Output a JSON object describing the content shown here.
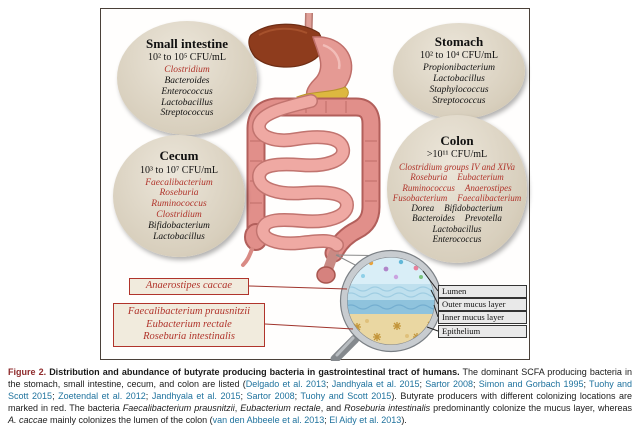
{
  "colors": {
    "highlight_red": "#b0342b",
    "citation_blue": "#20739e",
    "figure_label_red": "#8e2a2b",
    "bubble_fill": "#d8cfbd",
    "box_border": "#4a4038"
  },
  "icons": {
    "magnifier": "magnifying-glass"
  },
  "figure": {
    "regions": [
      {
        "name": "small_intestine",
        "title": "Small intestine",
        "cfu": "10² to 10⁵ CFU/mL",
        "bacteria": [
          "Clostridium",
          "Bacteroides",
          "Enterococcus",
          "Lactobacillus",
          "Streptococcus"
        ]
      },
      {
        "name": "stomach",
        "title": "Stomach",
        "cfu": "10² to 10⁴ CFU/mL",
        "bacteria": [
          "Propionibacterium",
          "Lactobacillus",
          "Staphylococcus",
          "Streptococcus"
        ]
      },
      {
        "name": "cecum",
        "title": "Cecum",
        "cfu": "10³ to 10⁷ CFU/mL",
        "bacteria": [
          "Faecalibacterium",
          "Roseburia",
          "Ruminococcus",
          "Clostridium",
          "Bifidobacterium",
          "Lactobacillus"
        ]
      },
      {
        "name": "colon",
        "title": "Colon",
        "cfu": ">10¹¹ CFU/mL",
        "lines": [
          {
            "a": "Clostridium groups IV and XIVa"
          },
          {
            "a": "Roseburia",
            "b": "Eubacterium"
          },
          {
            "a": "Ruminococcus",
            "b": "Anaerostipes"
          },
          {
            "a": "Fusobacterium",
            "b": "Faecalibacterium"
          },
          {
            "a": "Dorea",
            "b": "Bifidobacterium"
          },
          {
            "a": "Bacteroides",
            "b": "Prevotella"
          },
          {
            "a": "Lactobacillus"
          },
          {
            "a": "Enterococcus"
          }
        ]
      }
    ],
    "mucus_labels": [
      "Lumen",
      "Outer mucus layer",
      "Inner mucus layer",
      "Epithelium"
    ],
    "red_boxes": [
      {
        "lines": [
          "Anaerostipes caccae"
        ]
      },
      {
        "lines": [
          "Faecalibacterium prausnitzii",
          "Eubacterium rectale",
          "Roseburia intestinalis"
        ]
      }
    ]
  },
  "caption": {
    "label": "Figure 2.",
    "segments": [
      {
        "text": "Distribution and abundance of butyrate producing bacteria in gastrointestinal tract of humans.",
        "style": "bold"
      },
      {
        "text": " The dominant SCFA producing bacteria in the stomach, small intestine, cecum, and colon are listed (",
        "style": "normal"
      },
      {
        "text": "Delgado et al. 2013",
        "style": "cite"
      },
      {
        "text": "; ",
        "style": "normal"
      },
      {
        "text": "Jandhyala et al. 2015",
        "style": "cite"
      },
      {
        "text": "; ",
        "style": "normal"
      },
      {
        "text": "Sartor 2008",
        "style": "cite"
      },
      {
        "text": "; ",
        "style": "normal"
      },
      {
        "text": "Simon and Gorbach 1995",
        "style": "cite"
      },
      {
        "text": "; ",
        "style": "normal"
      },
      {
        "text": "Tuohy and Scott 2015",
        "style": "cite"
      },
      {
        "text": "; ",
        "style": "normal"
      },
      {
        "text": "Zoetendal et al. 2012",
        "style": "cite"
      },
      {
        "text": "; ",
        "style": "normal"
      },
      {
        "text": "Jandhyala et al. 2015",
        "style": "cite"
      },
      {
        "text": "; ",
        "style": "normal"
      },
      {
        "text": "Sartor 2008",
        "style": "cite"
      },
      {
        "text": "; ",
        "style": "normal"
      },
      {
        "text": "Tuohy and Scott 2015",
        "style": "cite"
      },
      {
        "text": "). Butyrate producers with different colonizing locations are marked in red. The bacteria ",
        "style": "normal"
      },
      {
        "text": "Faecalibacterium prausnitzii",
        "style": "italic"
      },
      {
        "text": ", ",
        "style": "normal"
      },
      {
        "text": "Eubacterium rectale",
        "style": "italic"
      },
      {
        "text": ", and ",
        "style": "normal"
      },
      {
        "text": "Roseburia intestinalis",
        "style": "italic"
      },
      {
        "text": " predominantly colonize the mucus layer, whereas ",
        "style": "normal"
      },
      {
        "text": "A. caccae",
        "style": "italic"
      },
      {
        "text": " mainly colonizes the lumen of the colon (",
        "style": "normal"
      },
      {
        "text": "van den Abbeele et al. 2013",
        "style": "cite"
      },
      {
        "text": "; ",
        "style": "normal"
      },
      {
        "text": "El Aidy et al. 2013",
        "style": "cite"
      },
      {
        "text": ").",
        "style": "normal"
      }
    ]
  }
}
